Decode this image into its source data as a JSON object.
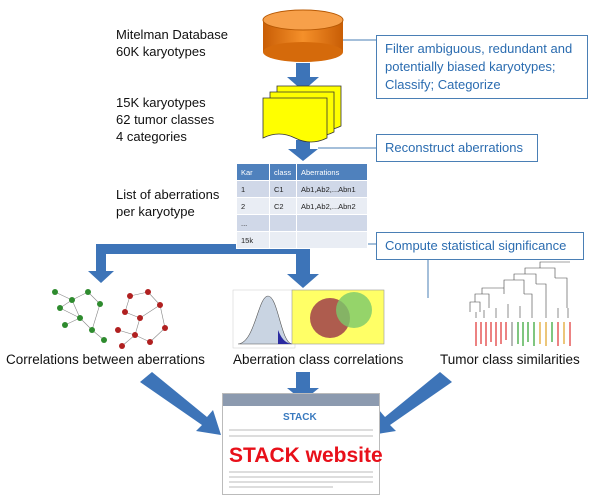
{
  "stages": {
    "database": "Mitelman Database\n60K karyotypes",
    "filtered": "15K karyotypes\n62 tumor classes\n4 categories",
    "aberrations": "List of aberrations\nper karyotype"
  },
  "processes": {
    "filter": "Filter ambiguous, redundant and potentially biased karyotypes; Classify;  Categorize",
    "reconstruct": "Reconstruct aberrations",
    "significance": "Compute statistical significance"
  },
  "table": {
    "headers": [
      "Kar",
      "class",
      "Aberrations"
    ],
    "rows": [
      [
        "1",
        "C1",
        "Ab1,Ab2,...Abn1"
      ],
      [
        "2",
        "C2",
        "Ab1,Ab2,...Abn2"
      ],
      [
        "...",
        "",
        ""
      ],
      [
        "15k",
        "",
        ""
      ]
    ]
  },
  "outputs": {
    "correlations": "Correlations between aberrations",
    "class_correlations": "Aberration class correlations",
    "similarities": "Tumor class similarities"
  },
  "website": {
    "title": "STACK",
    "label": "STACK website"
  },
  "colors": {
    "arrow": "#3d74b8",
    "box_border": "#4a7fb5",
    "box_text": "#2b6cb0",
    "cylinder": "#f07d14",
    "docs": "#ffff00",
    "network_green": "#2e8b2e",
    "network_red": "#b02020",
    "website_red": "#e8101a"
  }
}
